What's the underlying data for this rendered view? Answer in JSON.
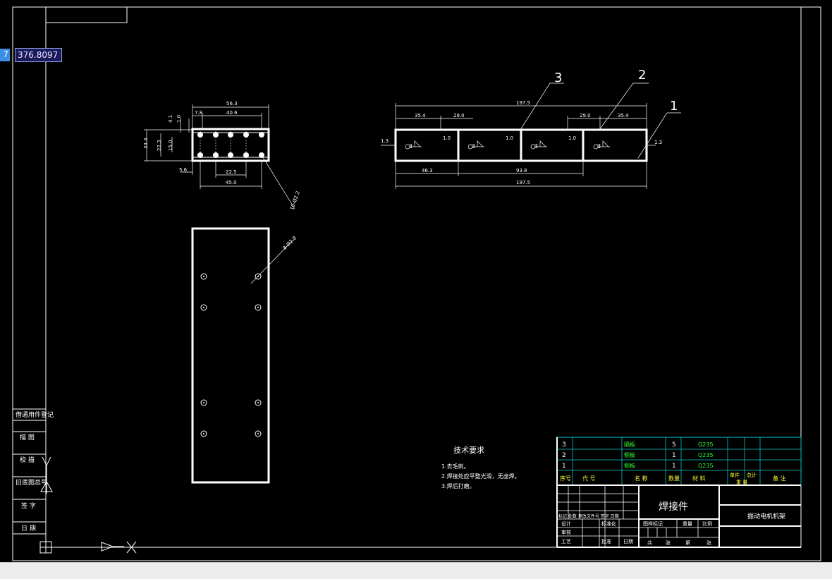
{
  "coord_input": {
    "left_value": "7",
    "value": "376.8097"
  },
  "side_panel": {
    "labels": [
      "借通用件登记",
      "描  图",
      "校  描",
      "旧底图总号",
      "签  字",
      "日  期"
    ]
  },
  "top_view": {
    "dims": {
      "overall": "56.3",
      "left": "7.8",
      "span": "40.6",
      "v1": "4.1",
      "v2": "1.0",
      "height": "33.3",
      "inner": "22.3",
      "inner2": "15.0",
      "bottom_left": "5.6",
      "pitch": "22.5",
      "bottom": "45.0"
    },
    "note": "10-Ø2.2"
  },
  "plan_view": {
    "note": "8-Ø2.8"
  },
  "front_view": {
    "dims": {
      "total_top": "197.5",
      "seg_left": "35.4",
      "seg_left2": "29.0",
      "seg_right2": "29.0",
      "seg_right": "35.4",
      "thick_left": "1.3",
      "thick_right": "1.3",
      "gap1": "1.0",
      "gap2": "1.0",
      "gap3": "1.0",
      "bot1": "46.3",
      "bot2": "93.8",
      "total_bottom": "197.5"
    },
    "weld_marks": [
      "3",
      "3",
      "3",
      "3"
    ],
    "callouts": [
      "3",
      "2",
      "1"
    ]
  },
  "tech_requirements": {
    "title": "技术要求",
    "items": [
      "1.去毛刺。",
      "2.焊接处应平整光滑，无虚焊。",
      "3.焊后打磨。"
    ]
  },
  "bom": {
    "rows": [
      {
        "no": "3",
        "name": "隔板",
        "qty": "5",
        "material": "Q235"
      },
      {
        "no": "2",
        "name": "侧板",
        "qty": "1",
        "material": "Q235"
      },
      {
        "no": "1",
        "name": "侧板",
        "qty": "1",
        "material": "Q235"
      }
    ],
    "header": {
      "no": "序号",
      "code": "代  号",
      "name": "名  称",
      "qty": "数量",
      "material": "材  料",
      "single": "单件",
      "total": "总计",
      "weight": "重  量",
      "remark": "备  注"
    }
  },
  "title_block": {
    "part_name": "焊接件",
    "project": "振动电机机架",
    "stage_label": "图样标记",
    "weight_label": "重量",
    "scale_label": "比例",
    "sheet_label": "共",
    "sheet_of": "张",
    "sheet_no": "第",
    "sheet_no2": "张",
    "design": "设计",
    "check": "审核",
    "process": "工艺",
    "standard": "标准化",
    "approve": "批准",
    "date": "日期",
    "change": "标记 处数 更改文件号 签字 日期"
  },
  "colors": {
    "bg": "#000000",
    "line": "#ffffff",
    "cyan": "#00c8c8",
    "green": "#33ff33",
    "yellow": "#ffff33"
  }
}
